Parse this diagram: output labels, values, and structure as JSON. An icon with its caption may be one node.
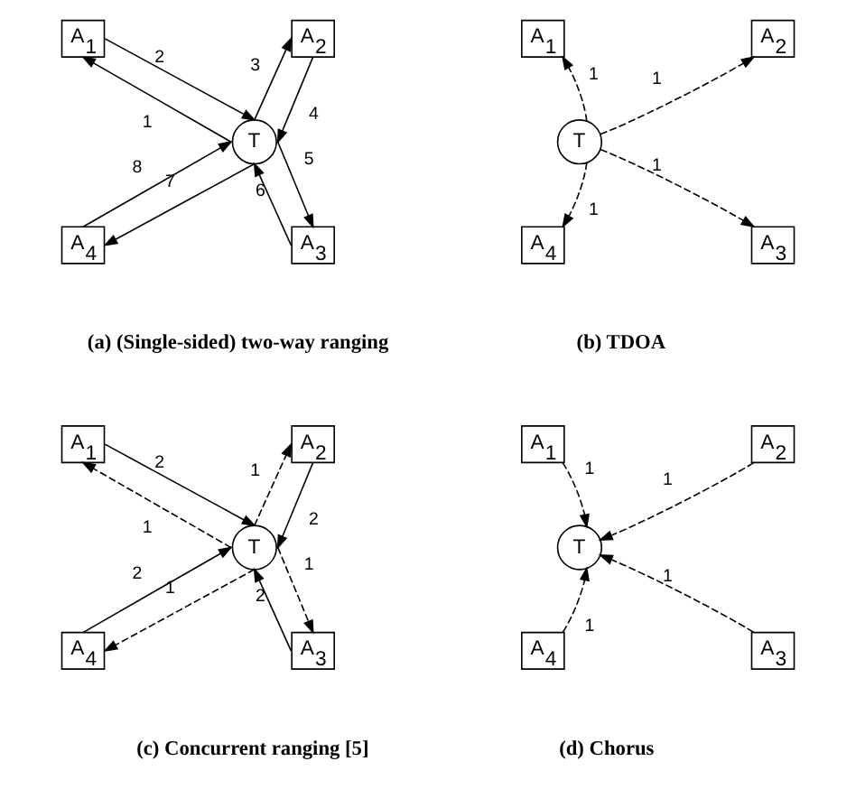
{
  "diagram": {
    "nodes": [
      {
        "text": [
          "A$_{1}$"
        ]
      },
      {
        "text": [
          "A$_{2}$"
        ]
      },
      {
        "text": [
          "T"
        ]
      },
      {
        "text": [
          "A$_{4}$"
        ]
      },
      {
        "text": [
          "A$_{3}$"
        ]
      },
      {
        "text": [
          "A$_{1}$"
        ]
      },
      {
        "text": [
          "A$_{2}$"
        ]
      },
      {
        "text": [
          "T"
        ]
      },
      {
        "text": [
          "A$_{4}$"
        ]
      },
      {
        "text": [
          "A$_{3}$"
        ]
      },
      {
        "text": [
          "A$_{1}$"
        ]
      },
      {
        "text": [
          "A$_{2}$"
        ]
      },
      {
        "text": [
          "T"
        ]
      },
      {
        "text": [
          "A$_{4}$"
        ]
      },
      {
        "text": [
          "A$_{3}$"
        ]
      },
      {
        "text": [
          "A$_{1}$"
        ]
      },
      {
        "text": [
          "A$_{2}$"
        ]
      },
      {
        "text": [
          "T"
        ]
      },
      {
        "text": [
          "A$_{4}$"
        ]
      },
      {
        "text": [
          "A$_{3}$"
        ]
      }
    ],
    "edges": [
      {
        "from": 2,
        "to": 0,
        "arrow": "to",
        "label": "1"
      },
      {
        "from": 0,
        "to": 2,
        "arrow": "to",
        "label": "2"
      },
      {
        "from": 2,
        "to": 1,
        "arrow": "to",
        "label": "3"
      },
      {
        "from": 1,
        "to": 2,
        "arrow": "to",
        "label": "4"
      },
      {
        "from": 2,
        "to": 4,
        "arrow": "to",
        "label": "5"
      },
      {
        "from": 4,
        "to": 2,
        "arrow": "to",
        "label": "6"
      },
      {
        "from": 2,
        "to": 3,
        "arrow": "to",
        "label": "7"
      },
      {
        "from": 3,
        "to": 2,
        "arrow": "to",
        "label": "8"
      },
      {
        "from": 7,
        "to": 5,
        "arrow": "to",
        "label": "1",
        "style": "dashed"
      },
      {
        "from": 7,
        "to": 6,
        "arrow": "to",
        "label": "1",
        "style": "dashed"
      },
      {
        "from": 7,
        "to": 9,
        "arrow": "to",
        "label": "1",
        "style": "dashed"
      },
      {
        "from": 7,
        "to": 8,
        "arrow": "to",
        "label": "1",
        "style": "dashed"
      },
      {
        "from": 12,
        "to": 10,
        "arrow": "to",
        "label": "1",
        "style": "dashed"
      },
      {
        "from": 10,
        "to": 12,
        "arrow": "to",
        "label": "2"
      },
      {
        "from": 12,
        "to": 11,
        "arrow": "to",
        "label": "1",
        "style": "dashed"
      },
      {
        "from": 11,
        "to": 12,
        "arrow": "to",
        "label": "2"
      },
      {
        "from": 12,
        "to": 14,
        "arrow": "to",
        "label": "1",
        "style": "dashed"
      },
      {
        "from": 14,
        "to": 12,
        "arrow": "to",
        "label": "2"
      },
      {
        "from": 12,
        "to": 13,
        "arrow": "to",
        "label": "1",
        "style": "dashed"
      },
      {
        "from": 13,
        "to": 12,
        "arrow": "to",
        "label": "2"
      },
      {
        "from": 15,
        "to": 17,
        "arrow": "to",
        "label": "1",
        "style": "dashed"
      },
      {
        "from": 16,
        "to": 17,
        "arrow": "to",
        "label": "1",
        "style": "dashed"
      },
      {
        "from": 19,
        "to": 17,
        "arrow": "to",
        "label": "1",
        "style": "dashed"
      },
      {
        "from": 18,
        "to": 17,
        "arrow": "to",
        "label": "1",
        "style": "dashed"
      }
    ],
    "labels": [
      "(a) (Single-sided) two-way ranging",
      "(b) TDOA",
      "(c) Concurrent ranging [5]",
      "(d) Chorus"
    ]
  }
}
